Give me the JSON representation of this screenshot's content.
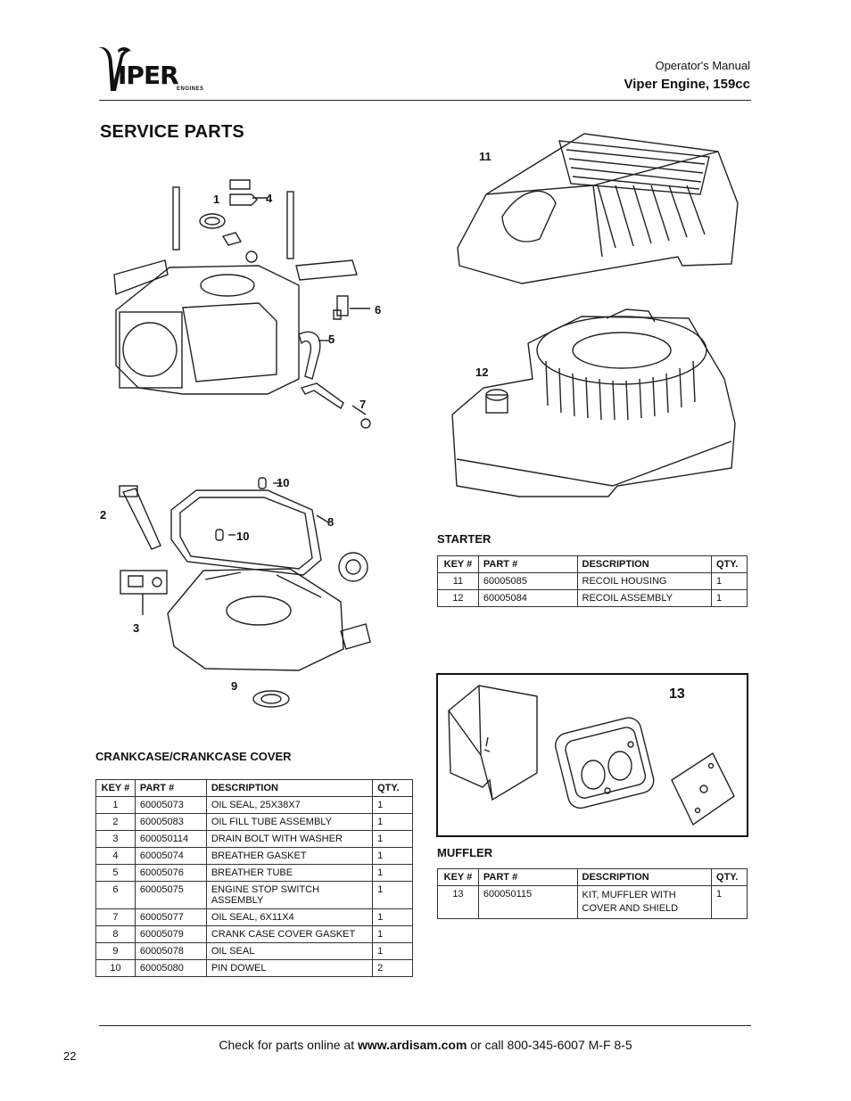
{
  "header": {
    "logo_text": "IPER",
    "logo_subtext": "ENGINES",
    "manual_label": "Operator's Manual",
    "engine_title": "Viper Engine, 159cc"
  },
  "page_title": "SERVICE PARTS",
  "callouts": {
    "c1": "1",
    "c2": "2",
    "c3": "3",
    "c4": "4",
    "c5": "5",
    "c6": "6",
    "c7": "7",
    "c8": "8",
    "c9": "9",
    "c10a": "10",
    "c10b": "10",
    "c11": "11",
    "c12": "12",
    "c13": "13"
  },
  "crankcase": {
    "title": "CRANKCASE/CRANKCASE COVER",
    "headers": [
      "KEY #",
      "PART #",
      "DESCRIPTION",
      "QTY."
    ],
    "rows": [
      [
        "1",
        "60005073",
        "OIL SEAL, 25X38X7",
        "1"
      ],
      [
        "2",
        "60005083",
        "OIL FILL TUBE ASSEMBLY",
        "1"
      ],
      [
        "3",
        "600050114",
        "DRAIN BOLT WITH WASHER",
        "1"
      ],
      [
        "4",
        "60005074",
        "BREATHER GASKET",
        "1"
      ],
      [
        "5",
        "60005076",
        "BREATHER TUBE",
        "1"
      ],
      [
        "6",
        "60005075",
        "ENGINE STOP SWITCH ASSEMBLY",
        "1"
      ],
      [
        "7",
        "60005077",
        "OIL SEAL, 6X11X4",
        "1"
      ],
      [
        "8",
        "60005079",
        "CRANK CASE COVER GASKET",
        "1"
      ],
      [
        "9",
        "60005078",
        "OIL SEAL",
        "1"
      ],
      [
        "10",
        "60005080",
        "PIN DOWEL",
        "2"
      ]
    ]
  },
  "starter": {
    "title": "STARTER",
    "headers": [
      "KEY #",
      "PART #",
      "DESCRIPTION",
      "QTY."
    ],
    "rows": [
      [
        "11",
        "60005085",
        "RECOIL HOUSING",
        "1"
      ],
      [
        "12",
        "60005084",
        "RECOIL ASSEMBLY",
        "1"
      ]
    ]
  },
  "muffler": {
    "title": "MUFFLER",
    "headers": [
      "KEY #",
      "PART #",
      "DESCRIPTION",
      "QTY."
    ],
    "rows": [
      [
        "13",
        "600050115",
        "KIT, MUFFLER WITH COVER AND SHIELD",
        "1"
      ]
    ]
  },
  "footer": {
    "prefix": "Check for parts online at ",
    "url": "www.ardisam.com",
    "suffix": " or call 800-345-6007 M-F 8-5",
    "page_number": "22"
  }
}
